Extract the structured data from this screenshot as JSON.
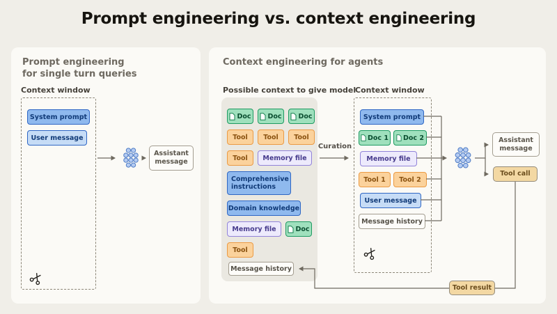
{
  "title": "Prompt engineering vs. context engineering",
  "left": {
    "heading_line1": "Prompt engineering",
    "heading_line2": "for single turn queries",
    "context_window_label": "Context window",
    "system_prompt": "System prompt",
    "user_message": "User message",
    "assistant_message": "Assistant message"
  },
  "right": {
    "heading": "Context engineering for agents",
    "pool_label": "Possible context to give model",
    "pool": {
      "docs": [
        "Doc",
        "Doc",
        "Doc"
      ],
      "tools": [
        "Tool",
        "Tool",
        "Tool"
      ],
      "tool_single": "Tool",
      "memory_file_1": "Memory file",
      "comprehensive_instructions": "Comprehensive instructions",
      "domain_knowledge": "Domain knowledge",
      "memory_file_2": "Memory file",
      "doc_single": "Doc",
      "tool_last": "Tool",
      "message_history": "Message history"
    },
    "curation_label": "Curation",
    "context_window_label": "Context window",
    "window": {
      "system_prompt": "System prompt",
      "doc_1": "Doc 1",
      "doc_2": "Doc 2",
      "memory_file": "Memory file",
      "tool_1": "Tool 1",
      "tool_2": "Tool 2",
      "user_message": "User message",
      "message_history": "Message history"
    },
    "assistant_message": "Assistant message",
    "tool_call": "Tool call",
    "tool_result": "Tool result"
  },
  "icons": {
    "scissors": "✂",
    "model": "circle-cluster",
    "doc": "document-page"
  },
  "colors": {
    "background": "#f0eee8",
    "panel": "#fbfaf6",
    "blue_chip": "#8fb9ee",
    "light_blue_chip": "#c6dcf6",
    "green_chip": "#9fe0bd",
    "orange_chip": "#fbd29c",
    "purple_chip": "#edeafc",
    "amber_box": "#f3d8a3",
    "connector": "#6e695f"
  }
}
